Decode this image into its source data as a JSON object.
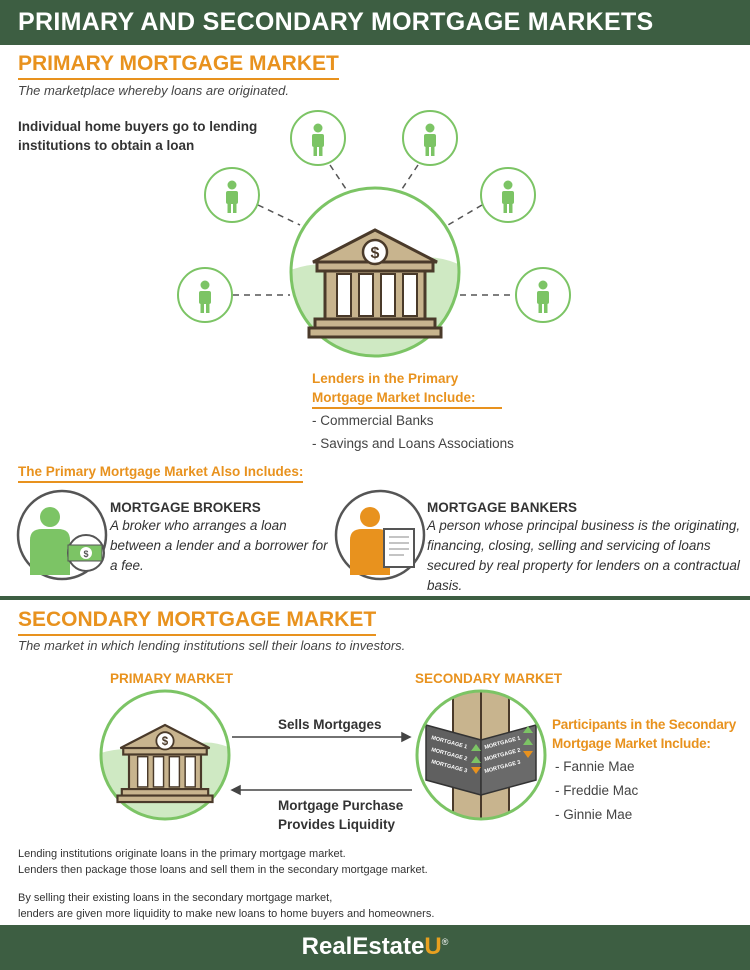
{
  "title": "PRIMARY AND SECONDARY MORTGAGE MARKETS",
  "primary": {
    "heading": "PRIMARY MORTGAGE MARKET",
    "definition": "The marketplace whereby loans are originated.",
    "intro": "Individual home buyers go to lending institutions to obtain a loan",
    "lenders_heading": "Lenders in the Primary Mortgage Market Include:",
    "lenders": [
      "- Commercial Banks",
      "- Savings and Loans Associations"
    ],
    "also_heading": "The Primary Mortgage Market Also Includes:",
    "brokers_title": "MORTGAGE BROKERS",
    "brokers_desc": "A broker who arranges a loan between a lender and a borrower for a fee.",
    "bankers_title": "MORTGAGE BANKERS",
    "bankers_desc": "A person whose principal business is the originating, financing, closing, selling and servicing of loans secured by real property for lenders on a contractual basis."
  },
  "secondary": {
    "heading": "SECONDARY MORTGAGE MARKET",
    "definition": "The market in which lending institutions sell their loans to investors.",
    "primary_label": "PRIMARY MARKET",
    "secondary_label": "SECONDARY MARKET",
    "sells": "Sells Mortgages",
    "purchase": "Mortgage Purchase Provides Liquidity",
    "board_items": [
      "MORTGAGE 1",
      "MORTGAGE 2",
      "MORTGAGE 3"
    ],
    "participants_heading": "Participants in the Secondary Mortgage Market Include:",
    "participants": [
      "- Fannie Mae",
      "- Freddie Mac",
      "- Ginnie Mae"
    ],
    "note1": "Lending institutions originate loans in the primary mortgage market.",
    "note2": "Lenders then package those loans and sell them in the secondary mortgage market.",
    "note3": "By selling their existing loans in the secondary mortgage market,",
    "note4": "lenders are given more liquidity to make new loans to home buyers and homeowners."
  },
  "footer": {
    "logo_main": "RealEstate",
    "logo_u": "U",
    "logo_mark": "®"
  },
  "colors": {
    "dark_green": "#3d5e42",
    "orange": "#e8921e",
    "light_green": "#7cc465"
  }
}
